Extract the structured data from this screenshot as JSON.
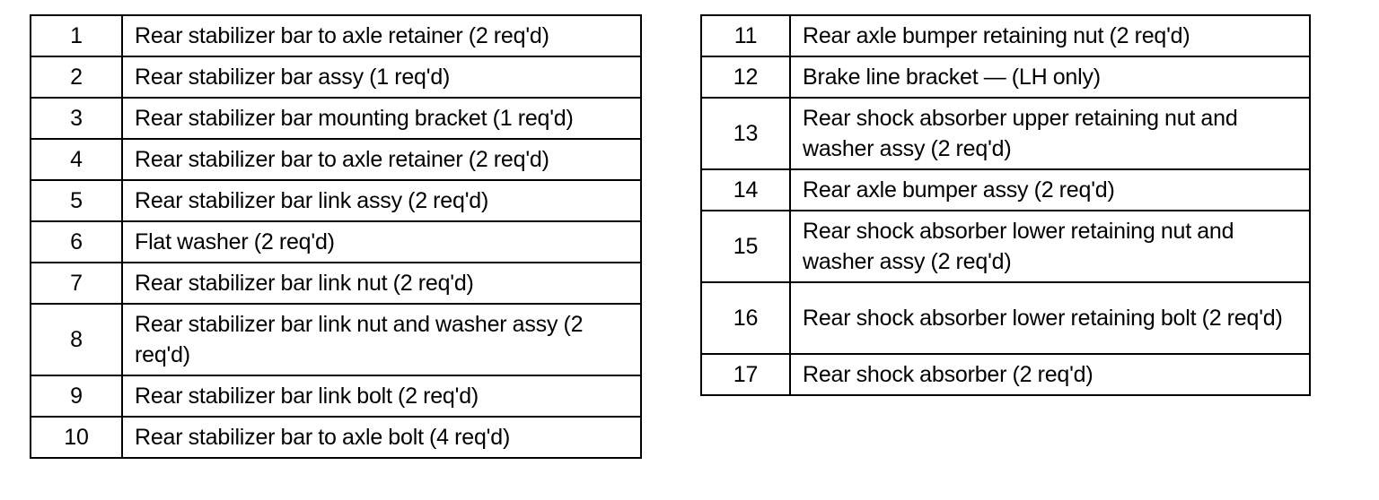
{
  "document": {
    "kind": "parts-callout-legend",
    "background_color": "#ffffff",
    "text_color": "#000000",
    "border_color": "#000000"
  },
  "tables": [
    {
      "id": "left",
      "name": "parts-list-left",
      "columns": [
        "index",
        "description"
      ],
      "rows": [
        {
          "index": "1",
          "description": "Rear stabilizer bar to axle retainer (2 req'd)",
          "lines": 1
        },
        {
          "index": "2",
          "description": "Rear stabilizer bar assy (1 req'd)",
          "lines": 1
        },
        {
          "index": "3",
          "description": "Rear stabilizer bar mounting bracket (1 req'd)",
          "lines": 1
        },
        {
          "index": "4",
          "description": "Rear stabilizer bar to axle retainer (2 req'd)",
          "lines": 1
        },
        {
          "index": "5",
          "description": "Rear stabilizer bar link assy (2 req'd)",
          "lines": 1
        },
        {
          "index": "6",
          "description": "Flat washer (2 req'd)",
          "lines": 1
        },
        {
          "index": "7",
          "description": "Rear stabilizer bar link nut (2 req'd)",
          "lines": 1
        },
        {
          "index": "8",
          "description": "Rear stabilizer bar link nut and washer assy (2 req'd)",
          "lines": 2
        },
        {
          "index": "9",
          "description": "Rear stabilizer bar link bolt (2 req'd)",
          "lines": 1
        },
        {
          "index": "10",
          "description": "Rear stabilizer bar to axle bolt (4 req'd)",
          "lines": 1
        }
      ]
    },
    {
      "id": "right",
      "name": "parts-list-right",
      "columns": [
        "index",
        "description"
      ],
      "rows": [
        {
          "index": "11",
          "description": "Rear axle bumper retaining nut (2 req'd)",
          "lines": 1
        },
        {
          "index": "12",
          "description": "Brake line bracket — (LH only)",
          "lines": 1
        },
        {
          "index": "13",
          "description": "Rear shock absorber upper retaining nut and washer assy (2 req'd)",
          "lines": 2
        },
        {
          "index": "14",
          "description": "Rear axle bumper assy (2 req'd)",
          "lines": 1
        },
        {
          "index": "15",
          "description": "Rear shock absorber lower retaining nut and washer assy (2 req'd)",
          "lines": 2
        },
        {
          "index": "16",
          "description": "Rear shock absorber lower retaining bolt (2 req'd)",
          "lines": 2
        },
        {
          "index": "17",
          "description": "Rear shock absorber (2 req'd)",
          "lines": 1
        }
      ]
    }
  ]
}
